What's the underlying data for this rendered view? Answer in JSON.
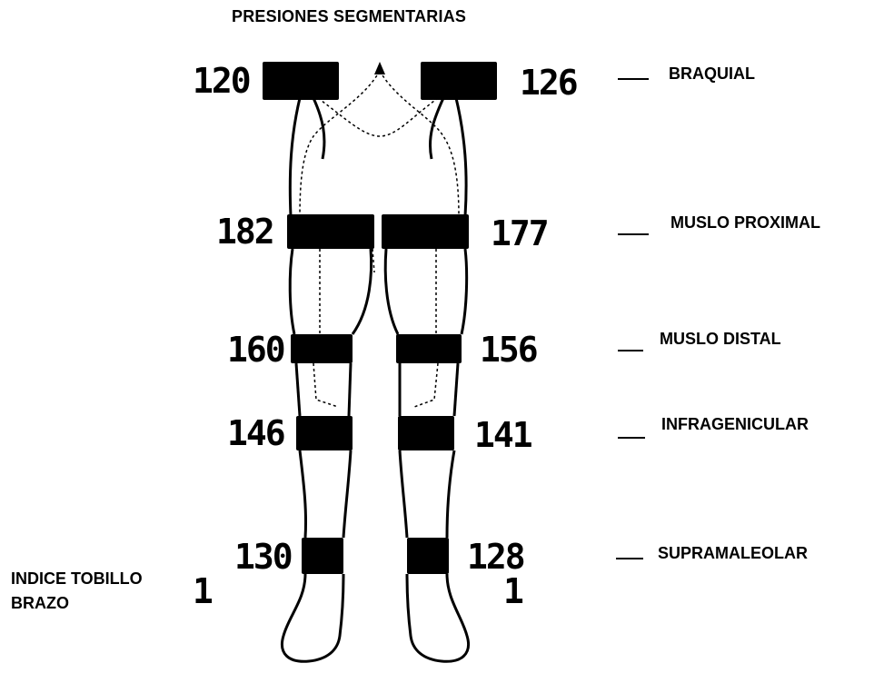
{
  "title": "PRESIONES SEGMENTARIAS",
  "levels": [
    {
      "label": "BRAQUIAL",
      "right": "120",
      "left": "126"
    },
    {
      "label": "MUSLO PROXIMAL",
      "right": "182",
      "left": "177"
    },
    {
      "label": "MUSLO DISTAL",
      "right": "160",
      "left": "156"
    },
    {
      "label": "INFRAGENICULAR",
      "right": "146",
      "left": "141"
    },
    {
      "label": "SUPRAMALEOLAR",
      "right": "130",
      "left": "128"
    }
  ],
  "ankle_brachial_index": {
    "label_line1": "INDICE TOBILLO",
    "label_line2": "BRAZO",
    "right": "1",
    "left": "1"
  },
  "colors": {
    "cuff": "#000000",
    "outline": "#000000",
    "background": "#ffffff"
  }
}
